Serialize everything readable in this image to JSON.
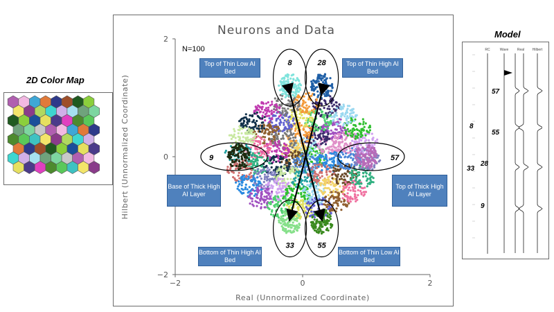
{
  "left_panel": {
    "title": "2D Color Map"
  },
  "right_panel": {
    "title": "Model",
    "columns": [
      "RC",
      "Wave",
      "Real",
      "Hilbert"
    ],
    "markers": [
      "57",
      "8",
      "55",
      "33",
      "28",
      "9"
    ]
  },
  "chart_data": {
    "type": "scatter",
    "title": "Neurons and Data",
    "xlabel": "Real (Unnormalized Coordinate)",
    "ylabel": "Hilbert (Unnormalized Coordinate)",
    "xlim": [
      -2,
      2
    ],
    "ylim": [
      -2,
      2
    ],
    "xticks": [
      "−2",
      "0",
      "2"
    ],
    "yticks": [
      "2",
      "0",
      "−2"
    ],
    "annotation": "N=100",
    "highlighted_neurons": [
      {
        "id": "8",
        "x": -0.2,
        "y": 1.2,
        "color": "#7fe3dc",
        "label": "Top of Thin Low AI Bed"
      },
      {
        "id": "28",
        "x": 0.3,
        "y": 1.2,
        "color": "#1f5fa6",
        "label": "Top of Thin High AI Bed"
      },
      {
        "id": "9",
        "x": -1.0,
        "y": 0.0,
        "color": "#1f2a10",
        "label": "Base of Thick High AI Layer"
      },
      {
        "id": "57",
        "x": 1.0,
        "y": 0.0,
        "color": "#b86bb8",
        "label": "Top of Thick High AI Layer"
      },
      {
        "id": "33",
        "x": -0.2,
        "y": -1.1,
        "color": "#86e08a",
        "label": "Bottom of Thin High AI Bed"
      },
      {
        "id": "55",
        "x": 0.3,
        "y": -1.1,
        "color": "#3a8a1e",
        "label": "Bottom of Thin Low AI Bed"
      }
    ],
    "arrows": [
      {
        "from": "8",
        "to": "55"
      },
      {
        "from": "28",
        "to": "33"
      }
    ]
  }
}
